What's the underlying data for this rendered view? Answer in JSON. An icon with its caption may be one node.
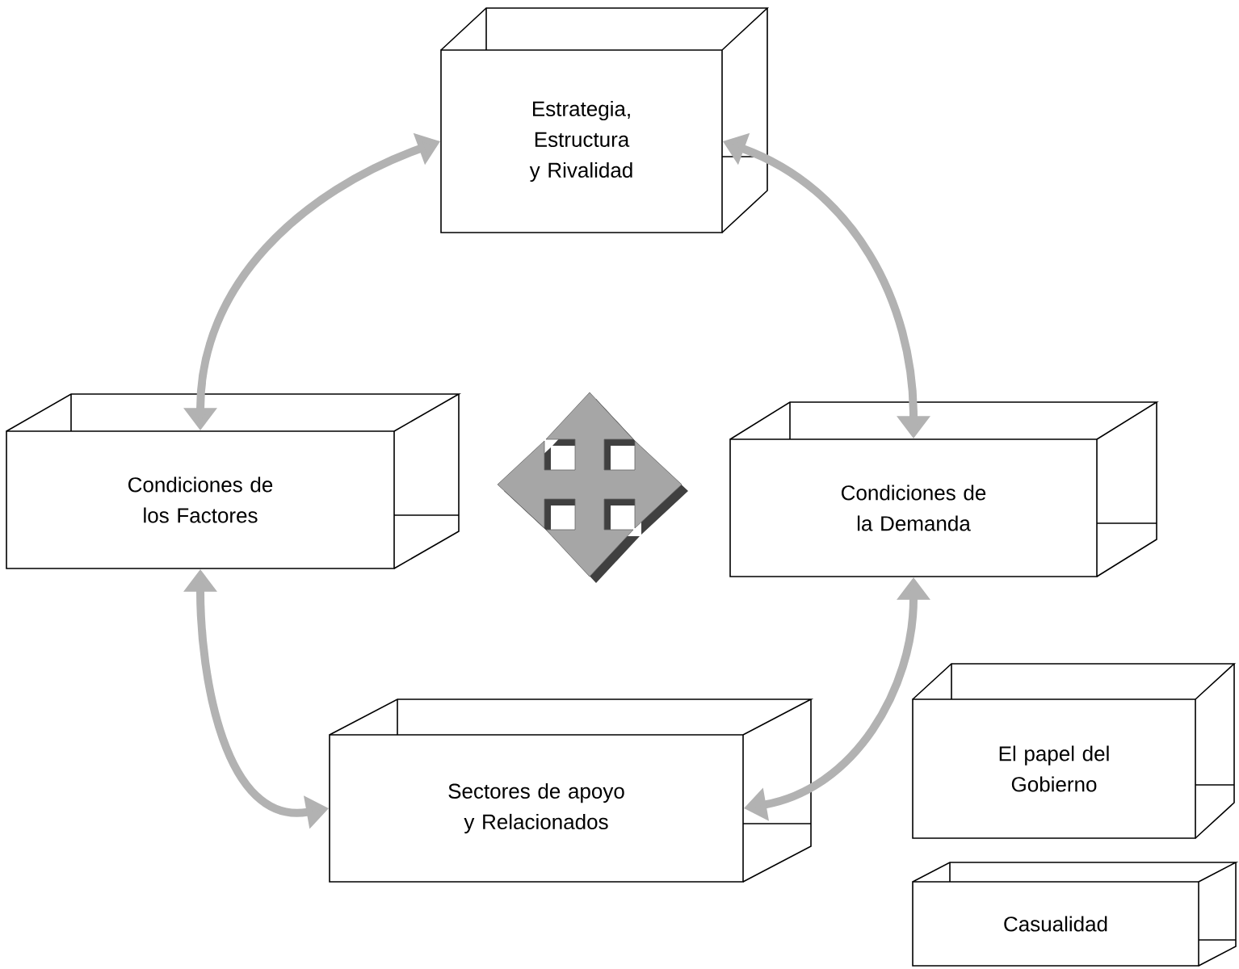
{
  "diagram": {
    "nodes": [
      {
        "text": [
          "Estrategia, Estructura y Rivalidad"
        ]
      },
      {
        "text": [
          "Condiciones de los Factores"
        ]
      },
      {
        "text": [
          "Condiciones de la Demanda"
        ]
      },
      {
        "text": [
          "Sectores de apoyo y Relacionados"
        ]
      },
      {
        "text": [
          "El papel del Gobierno"
        ]
      },
      {
        "text": [
          "Casualidad"
        ]
      }
    ],
    "edges": [
      {
        "from": 0,
        "to": 1,
        "arrow": "both"
      },
      {
        "from": 0,
        "to": 2,
        "arrow": "both"
      },
      {
        "from": 1,
        "to": 3,
        "arrow": "both"
      },
      {
        "from": 2,
        "to": 3,
        "arrow": "both"
      }
    ]
  }
}
